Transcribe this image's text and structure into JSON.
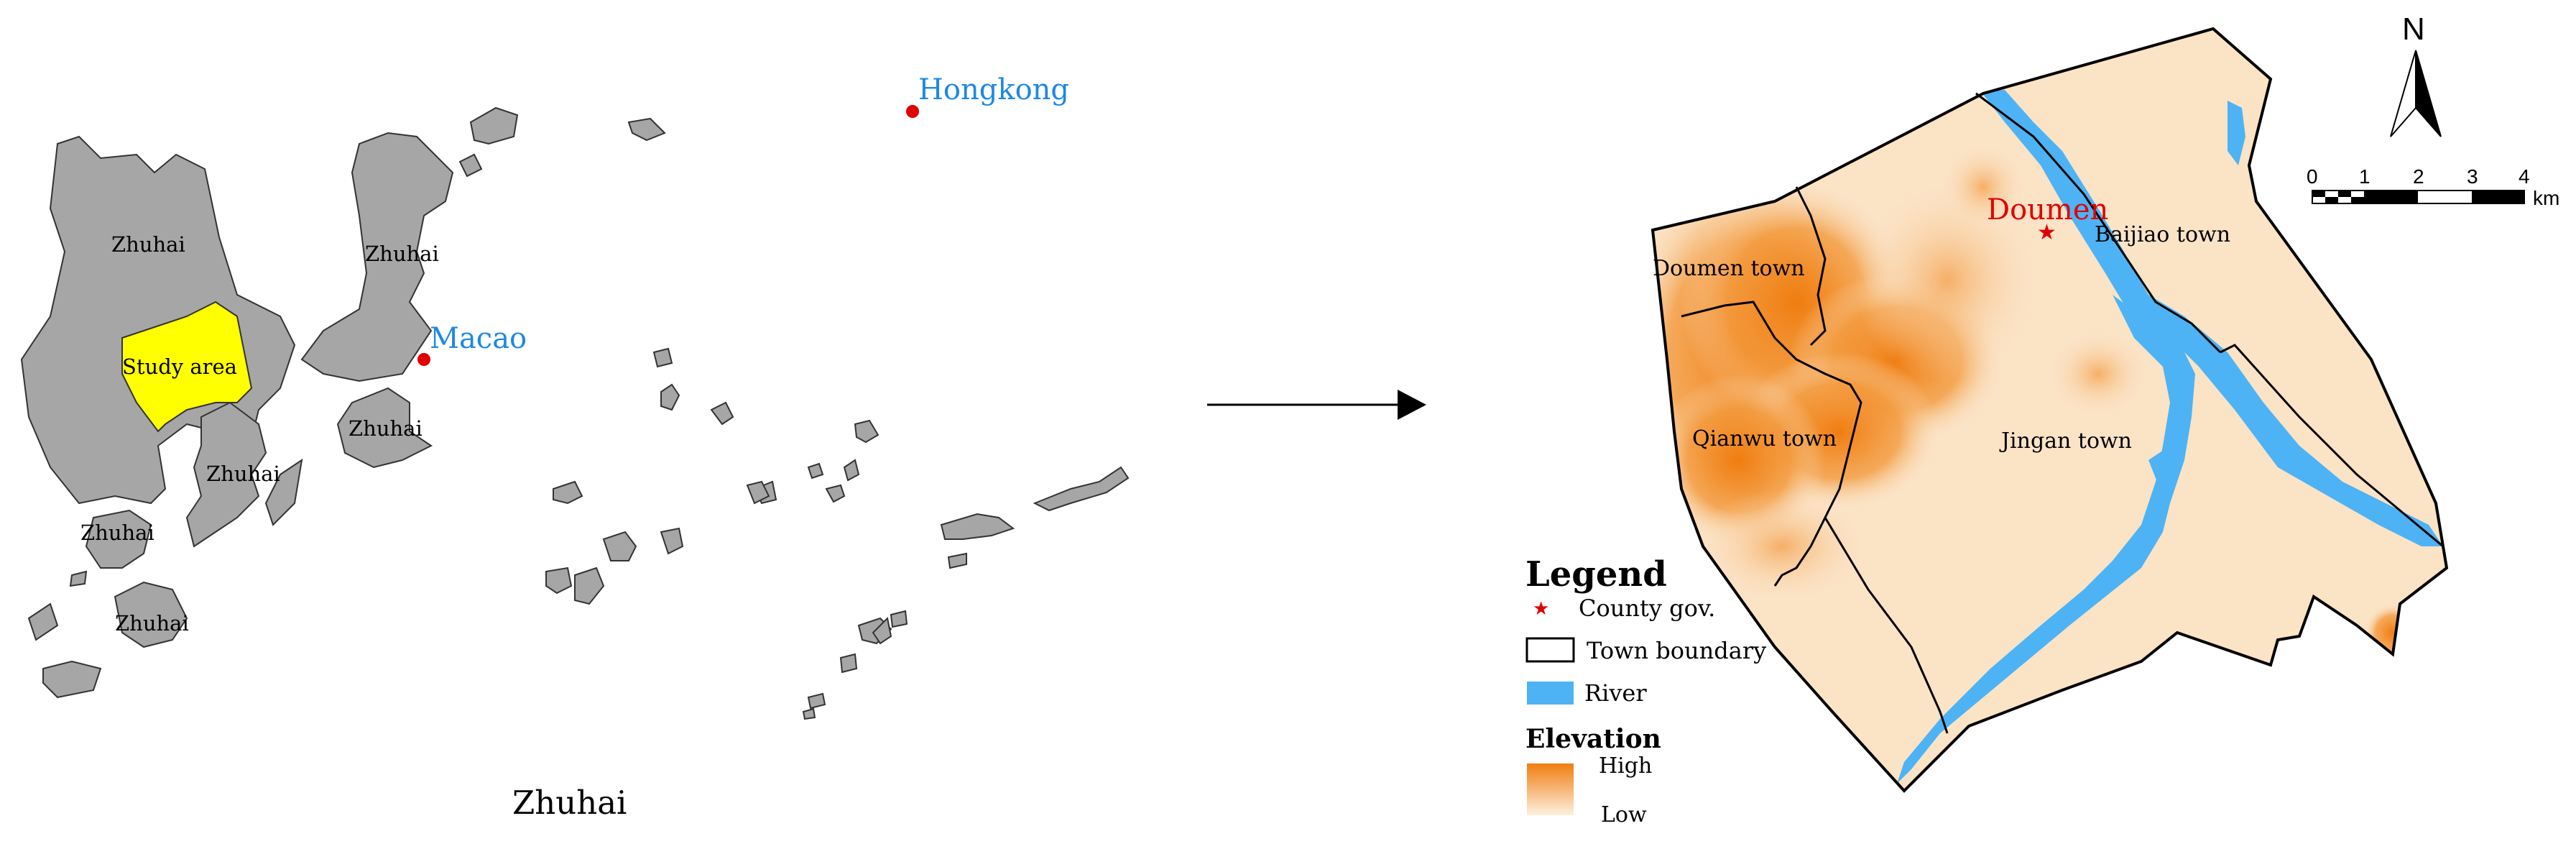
{
  "left_map": {
    "caption": "Zhuhai",
    "region_labels": [
      "Zhuhai",
      "Zhuhai",
      "Zhuhai",
      "Zhuhai",
      "Zhuhai",
      "Zhuhai"
    ],
    "study_area_label": "Study area",
    "cities": [
      {
        "name": "Macao",
        "color": "#1e88e5"
      },
      {
        "name": "Hongkong",
        "color": "#1e88e5"
      }
    ],
    "land_color": "#a6a6a6",
    "study_area_color": "#ffff00"
  },
  "right_map": {
    "county_seat": "Doumen",
    "towns": [
      "Doumen town",
      "Baijiao town",
      "Qianwu town",
      "Jingan town"
    ],
    "legend": {
      "title": "Legend",
      "county_gov": "County gov.",
      "town_boundary": "Town boundary",
      "river": "River",
      "elevation_title": "Elevation",
      "high": "High",
      "low": "Low"
    },
    "scale_bar": {
      "ticks": [
        "0",
        "1",
        "2",
        "3",
        "4"
      ],
      "unit": "km"
    },
    "north_arrow": "N",
    "colors": {
      "river": "#4db3f5",
      "low_elevation": "#fbe3c6",
      "high_elevation": "#f07d10",
      "county_gov": "#e00000"
    }
  }
}
